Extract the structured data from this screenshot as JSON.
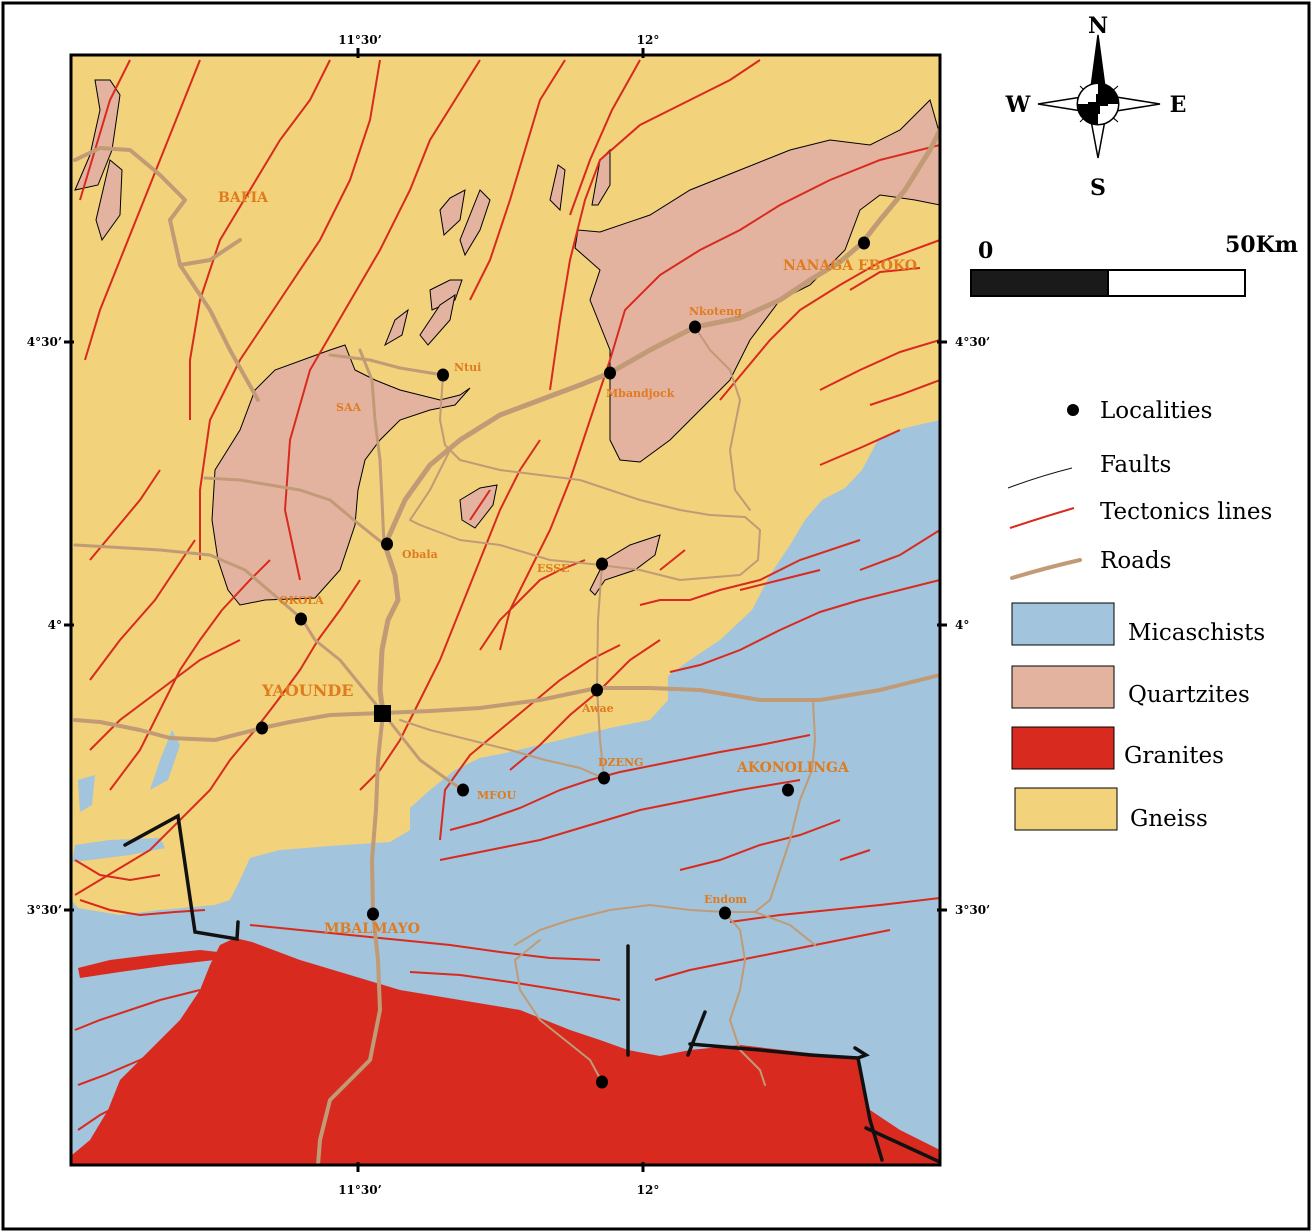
{
  "colors": {
    "gneiss": "#f2d27b",
    "quartzites": "#e4b3a0",
    "micaschists": "#a2c4dc",
    "granites": "#d82a1e",
    "tectonics": "#d82a1e",
    "roads": "#c19a76",
    "faults": "#111111",
    "place_label": "#e07b1e"
  },
  "graticule": {
    "top": [
      "11°30’",
      "12°"
    ],
    "bottom": [
      "11°30’",
      "12°"
    ],
    "left": [
      "4°30’",
      "4°",
      "3°30’"
    ],
    "right": [
      "4°30’",
      "4°",
      "3°30’"
    ]
  },
  "compass": {
    "n": "N",
    "s": "S",
    "e": "E",
    "w": "W"
  },
  "scale": {
    "start": "0",
    "end": "50Km"
  },
  "places": {
    "bafia": "BAFIA",
    "nanaga_eboko": "NANAGA EBOKO",
    "nkoteng": "Nkoteng",
    "ntui": "Ntui",
    "mbandjock": "Mbandjock",
    "saa": "SAA",
    "obala": "Obala",
    "esse": "ESSE",
    "okola": "OKOLA",
    "yaounde": "YAOUNDE",
    "awae": "Awae",
    "dzeng": "DZENG",
    "akonolinga": "AKONOLINGA",
    "mfou": "MFOU",
    "endom": "Endom",
    "mbalmayo": "MBALMAYO"
  },
  "legend": {
    "localities": "Localities",
    "faults": "Faults",
    "tectonics": "Tectonics lines",
    "roads": "Roads",
    "micaschists": "Micaschists",
    "quartzites": "Quartzites",
    "granites": "Granites",
    "gneiss": "Gneiss"
  }
}
